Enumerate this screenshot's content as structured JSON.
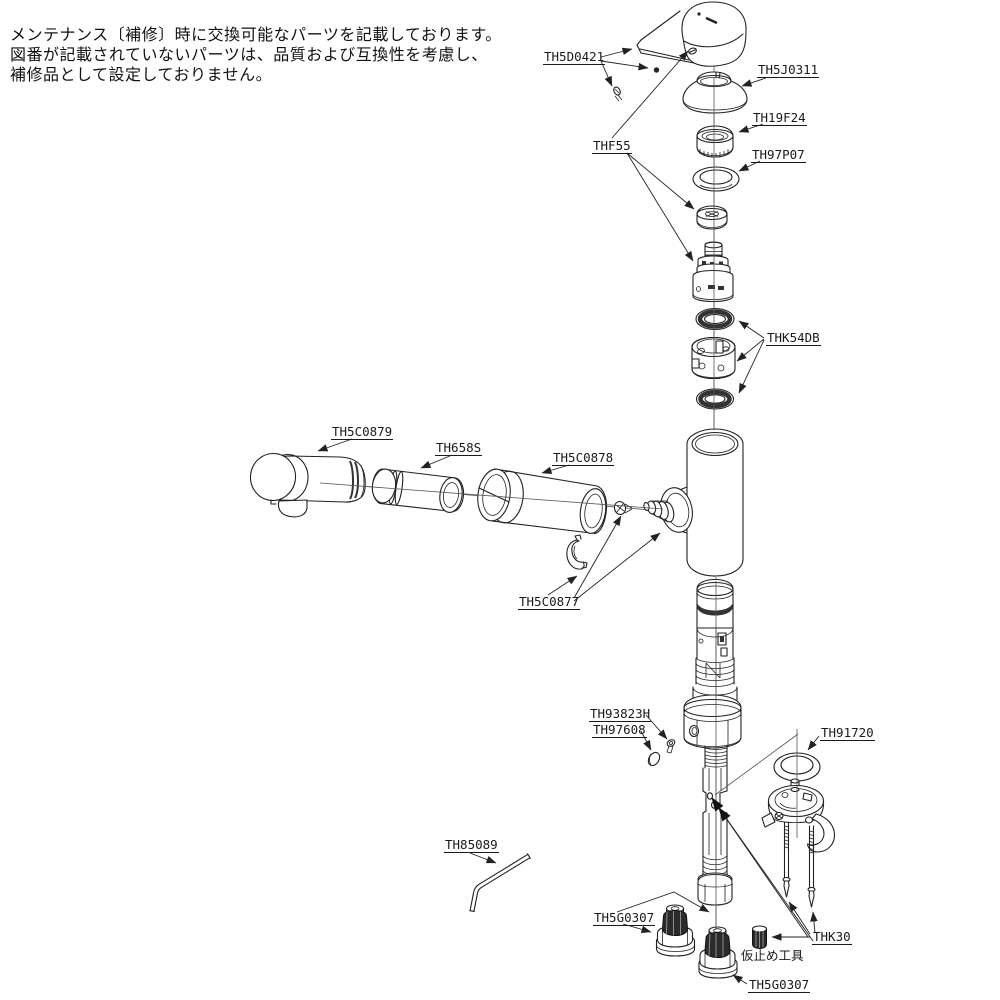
{
  "note": {
    "line1": "メンテナンス〔補修〕時に交換可能なパーツを記載しております。",
    "line2": "図番が記載されていないパーツは、品質および互換性を考慮し、",
    "line3": "補修品として設定しておりません。"
  },
  "labels": {
    "th5d0421": "TH5D0421",
    "th5j0311": "TH5J0311",
    "th19f24": "TH19F24",
    "th97p07": "TH97P07",
    "thf55": "THF55",
    "thk54db": "THK54DB",
    "th5c0879": "TH5C0879",
    "th658s": "TH658S",
    "th5c0878": "TH5C0878",
    "th5c0877": "TH5C0877",
    "th93823h": "TH93823H",
    "th97608": "TH97608",
    "th91720": "TH91720",
    "th85089": "TH85089",
    "th5g0307_upper": "TH5G0307",
    "thk30": "THK30",
    "temp_tool_note": "仮止め工具",
    "th5g0307_lower": "TH5G0307"
  },
  "colors": {
    "line": "#222222",
    "dark_fill": "#2b2b2b",
    "background": "#ffffff"
  }
}
